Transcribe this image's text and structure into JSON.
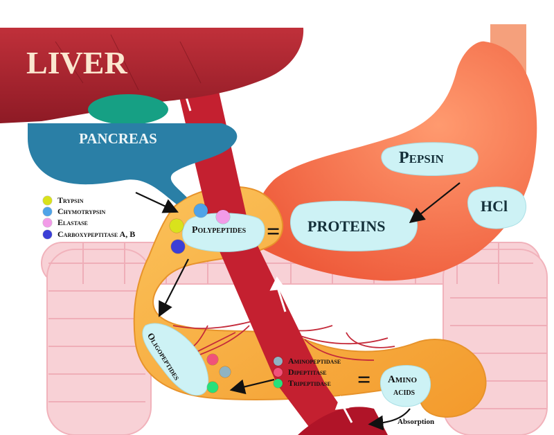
{
  "organs": {
    "liver": "LIVER",
    "pancreas": "PANCREAS"
  },
  "stomach": {
    "pepsin": "Pepsin",
    "hcl": "HCl",
    "proteins": "PROTEINS"
  },
  "legend_pancreas": [
    {
      "label": "Trypsin",
      "color": "#d9e21c"
    },
    {
      "label": "Chymotrypsin",
      "color": "#4fa3e8"
    },
    {
      "label": "Elastase",
      "color": "#f29be8"
    },
    {
      "label": "Carboxypeptitase A, B",
      "color": "#3b3fd6"
    }
  ],
  "duodenum": {
    "polypeptides": "Polypeptides",
    "equals": "="
  },
  "intestine": {
    "oligopeptides": "Oligopeptides",
    "amino_line1": "Amino",
    "amino_line2": "acids",
    "equals": "=",
    "absorption": "Absorption"
  },
  "legend_intestine": [
    {
      "label": "Aminopeptidase",
      "color": "#8fb3c2"
    },
    {
      "label": "Dipeptitase",
      "color": "#f0527a"
    },
    {
      "label": "Tripeptidase",
      "color": "#27e07a"
    }
  ],
  "colors": {
    "liver": "#a31f2a",
    "pancreas": "#2a86a6",
    "stomach": "#f26b47",
    "intestine": "#f7a83a",
    "blood_vessel": "#c6203a",
    "label_bubble": "#cdf2f5",
    "colon": "#f7c6cc"
  }
}
